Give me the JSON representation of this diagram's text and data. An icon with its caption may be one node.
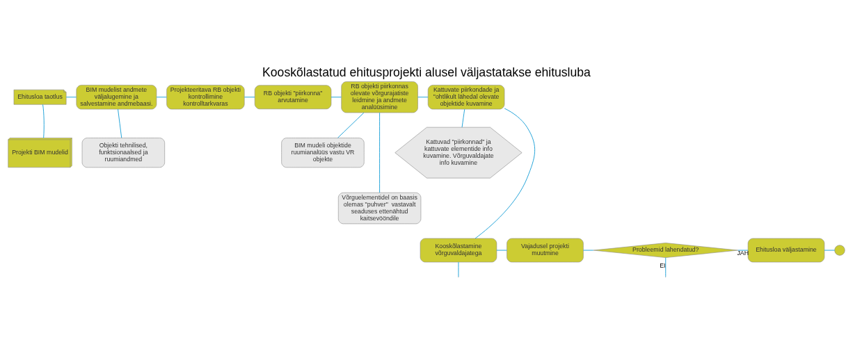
{
  "diagram": {
    "title": "Kooskõlastatud ehitusprojekti alusel väljastatakse ehitusluba",
    "nodes": [
      {
        "text": [
          "Ehitusloa taotlus"
        ]
      },
      {
        "text": [
          "Projekti BIM mudelid"
        ]
      },
      {
        "text": [
          "BIM mudelist andmete väljalugemine ja salvestamine andmebaasi."
        ]
      },
      {
        "text": [
          "Objekti tehnilised, funktsionaalsed ja ruumiandmed"
        ]
      },
      {
        "text": [
          "Projekteeritava RB objekti kontrollimine kontrolltarkvaras"
        ]
      },
      {
        "text": [
          "RB objekti \"piirkonna\" arvutamine"
        ]
      },
      {
        "text": [
          "RB objekti piirkonnas olevate võrgurajatiste leidmine ja andmete analüüsimine"
        ]
      },
      {
        "text": [
          "BIM mudeli objektide ruumianalüüs vastu VR objekte"
        ]
      },
      {
        "text": [
          "Võrguelementidel on baasis olemas \"puhver\"  vastavalt seaduses ettenähtud kaitsevööndile"
        ]
      },
      {
        "text": [
          "Kattuvate piirkondade ja \"ohtlikult lähedal olevate objektide kuvamine"
        ]
      },
      {
        "text": [
          "Kattuvad \"piirkonnad\" ja kattuvate elementide info kuvamine. Võrguvaldajate info kuvamine"
        ]
      },
      {
        "text": [
          "Kooskõlastamine võrguvaldajatega"
        ]
      },
      {
        "text": [
          "Vajadusel projekti muutmine"
        ]
      },
      {
        "text": [
          "Probleemid lahendatud?"
        ]
      },
      {
        "text": [
          "Ehitusloa väljastamine"
        ]
      },
      {
        "text": [],
        "shape": "circle"
      }
    ],
    "edges": [
      {
        "from": 0,
        "to": 2,
        "arrow": "none"
      },
      {
        "from": 0,
        "to": 1,
        "arrow": "none"
      },
      {
        "from": 2,
        "to": 3,
        "arrow": "none"
      },
      {
        "from": 2,
        "to": 4,
        "arrow": "none"
      },
      {
        "from": 4,
        "to": 5,
        "arrow": "none"
      },
      {
        "from": 5,
        "to": 6,
        "arrow": "none"
      },
      {
        "from": 6,
        "to": 7,
        "arrow": "none"
      },
      {
        "from": 6,
        "to": 8,
        "arrow": "none"
      },
      {
        "from": 6,
        "to": 9,
        "arrow": "none"
      },
      {
        "from": 9,
        "to": 10,
        "arrow": "none"
      },
      {
        "from": 9,
        "to": 11,
        "arrow": "none"
      },
      {
        "from": 11,
        "to": 12,
        "arrow": "none"
      },
      {
        "from": 12,
        "to": 13,
        "arrow": "none"
      },
      {
        "from": 13,
        "to": 14,
        "label": "JAH",
        "arrow": "none"
      },
      {
        "from": 14,
        "to": 15,
        "arrow": "none"
      },
      {
        "from": 11,
        "to": null,
        "arrow": "none"
      },
      {
        "from": 13,
        "to": null,
        "label": "EI",
        "arrow": "none"
      }
    ]
  }
}
